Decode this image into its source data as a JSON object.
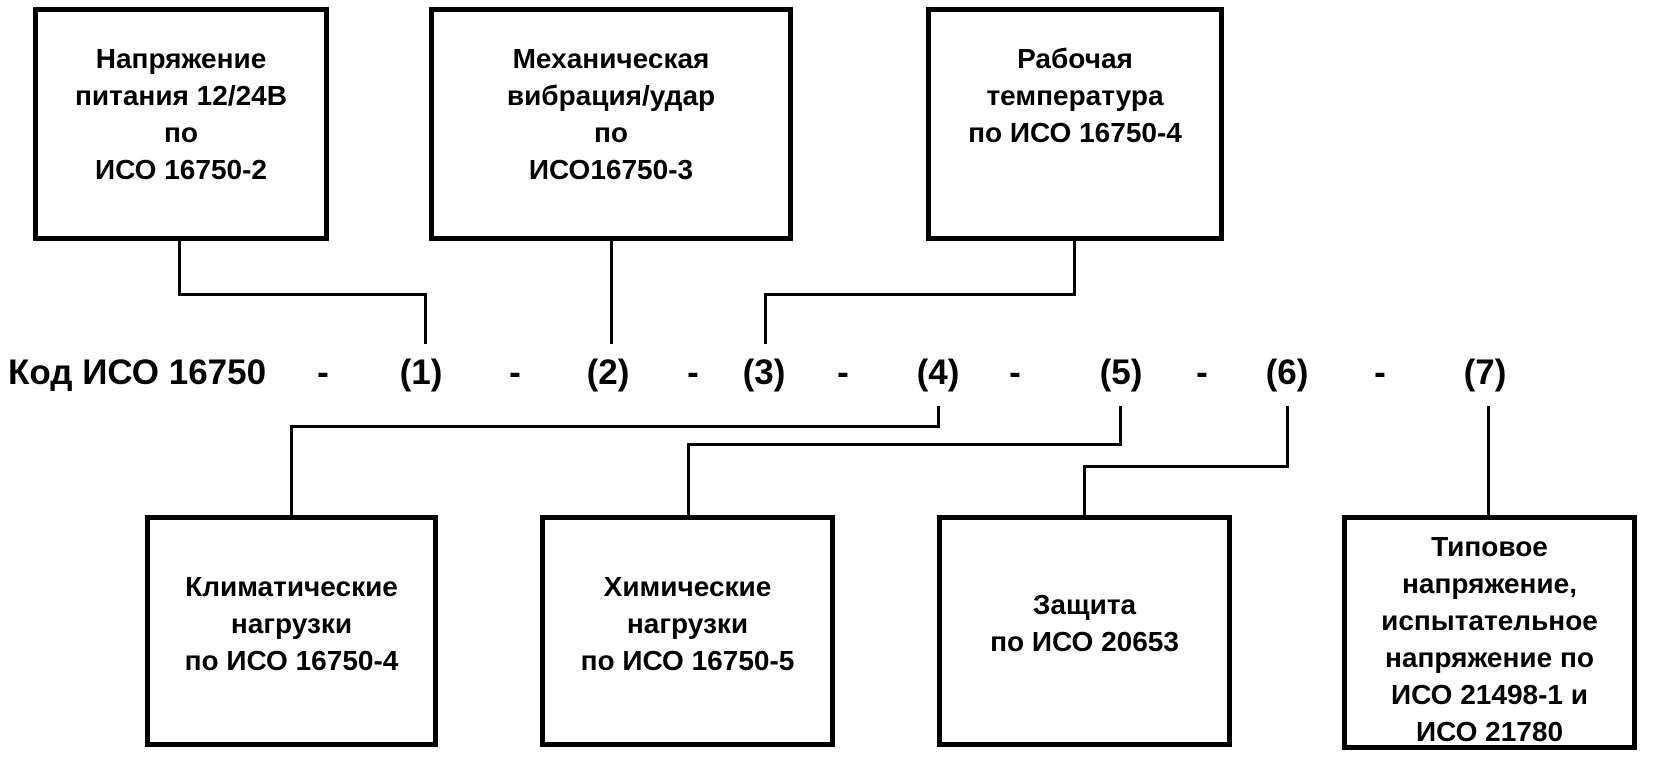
{
  "code": {
    "label": "Код ИСО 16750",
    "separator": "-",
    "positions": [
      "(1)",
      "(2)",
      "(3)",
      "(4)",
      "(5)",
      "(6)",
      "(7)"
    ]
  },
  "top_boxes": [
    {
      "position_ref": "(1)",
      "lines": [
        "Напряжение",
        "питания 12/24В",
        "по",
        "ИСО 16750-2"
      ]
    },
    {
      "position_ref": "(2)",
      "lines": [
        "Механическая",
        "вибрация/удар",
        "по",
        "ИСО16750-3"
      ]
    },
    {
      "position_ref": "(3)",
      "lines": [
        "Рабочая",
        "температура",
        "по ИСО 16750-4"
      ]
    }
  ],
  "bottom_boxes": [
    {
      "position_ref": "(4)",
      "lines": [
        "Климатические",
        "нагрузки",
        "по ИСО 16750-4"
      ]
    },
    {
      "position_ref": "(5)",
      "lines": [
        "Химические",
        "нагрузки",
        "по ИСО 16750-5"
      ]
    },
    {
      "position_ref": "(6)",
      "lines": [
        "Защита",
        "по ИСО 20653"
      ]
    },
    {
      "position_ref": "(7)",
      "lines": [
        "Типовое",
        "напряжение,",
        "испытательное",
        "напряжение по",
        "ИСО 21498-1 и",
        "ИСО 21780"
      ]
    }
  ],
  "colors": {
    "background": "#ffffff",
    "line": "#000000",
    "text": "#000000"
  }
}
